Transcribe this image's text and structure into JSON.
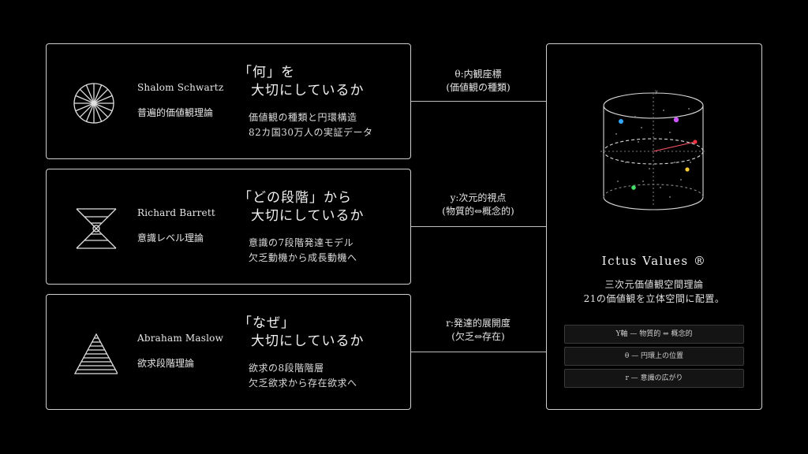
{
  "rows": [
    {
      "theorist": "Shalom Schwartz",
      "theory": "普遍的価値観理論",
      "question_line1": "「何」を",
      "question_line2": "大切にしているか",
      "desc_line1": "価値観の種類と円環構造",
      "desc_line2": "82カ国30万人の実証データ",
      "axis_line1": "θ:内観座標",
      "axis_line2": "(価値観の種類)",
      "icon": "wheel-icon"
    },
    {
      "theorist": "Richard Barrett",
      "theory": "意識レベル理論",
      "question_line1": "「どの段階」から",
      "question_line2": "大切にしているか",
      "desc_line1": "意識の7段階発達モデル",
      "desc_line2": "欠乏動機から成長動機へ",
      "axis_line1": "y:次元的視点",
      "axis_line2": "(物質的⇔概念的)",
      "icon": "hourglass-icon"
    },
    {
      "theorist": "Abraham Maslow",
      "theory": "欲求段階理論",
      "question_line1": "「なぜ」",
      "question_line2": "大切にしているか",
      "desc_line1": "欲求の8段階階層",
      "desc_line2": "欠乏欲求から存在欲求へ",
      "axis_line1": "r:発達的展開度",
      "axis_line2": "(欠乏⇔存在)",
      "icon": "pyramid-icon"
    }
  ],
  "main": {
    "brand": "Ictus Values ®",
    "subtitle_line1": "三次元価値観空間理論",
    "subtitle_line2": "21の価値観を立体空間に配置。",
    "legend": [
      "Y軸 — 物質的 ⇔ 概念的",
      "θ — 円環上の位置",
      "r — 意識の広がり"
    ],
    "cylinder_icon": "cylinder-3d-icon",
    "cylinder_axis_label": "y"
  },
  "colors": {
    "background": "#000000",
    "border": "#cfcfcf",
    "point_colors": [
      "#33aaff",
      "#cc55ff",
      "#ff3344",
      "#ffcc33",
      "#44dd66"
    ]
  }
}
